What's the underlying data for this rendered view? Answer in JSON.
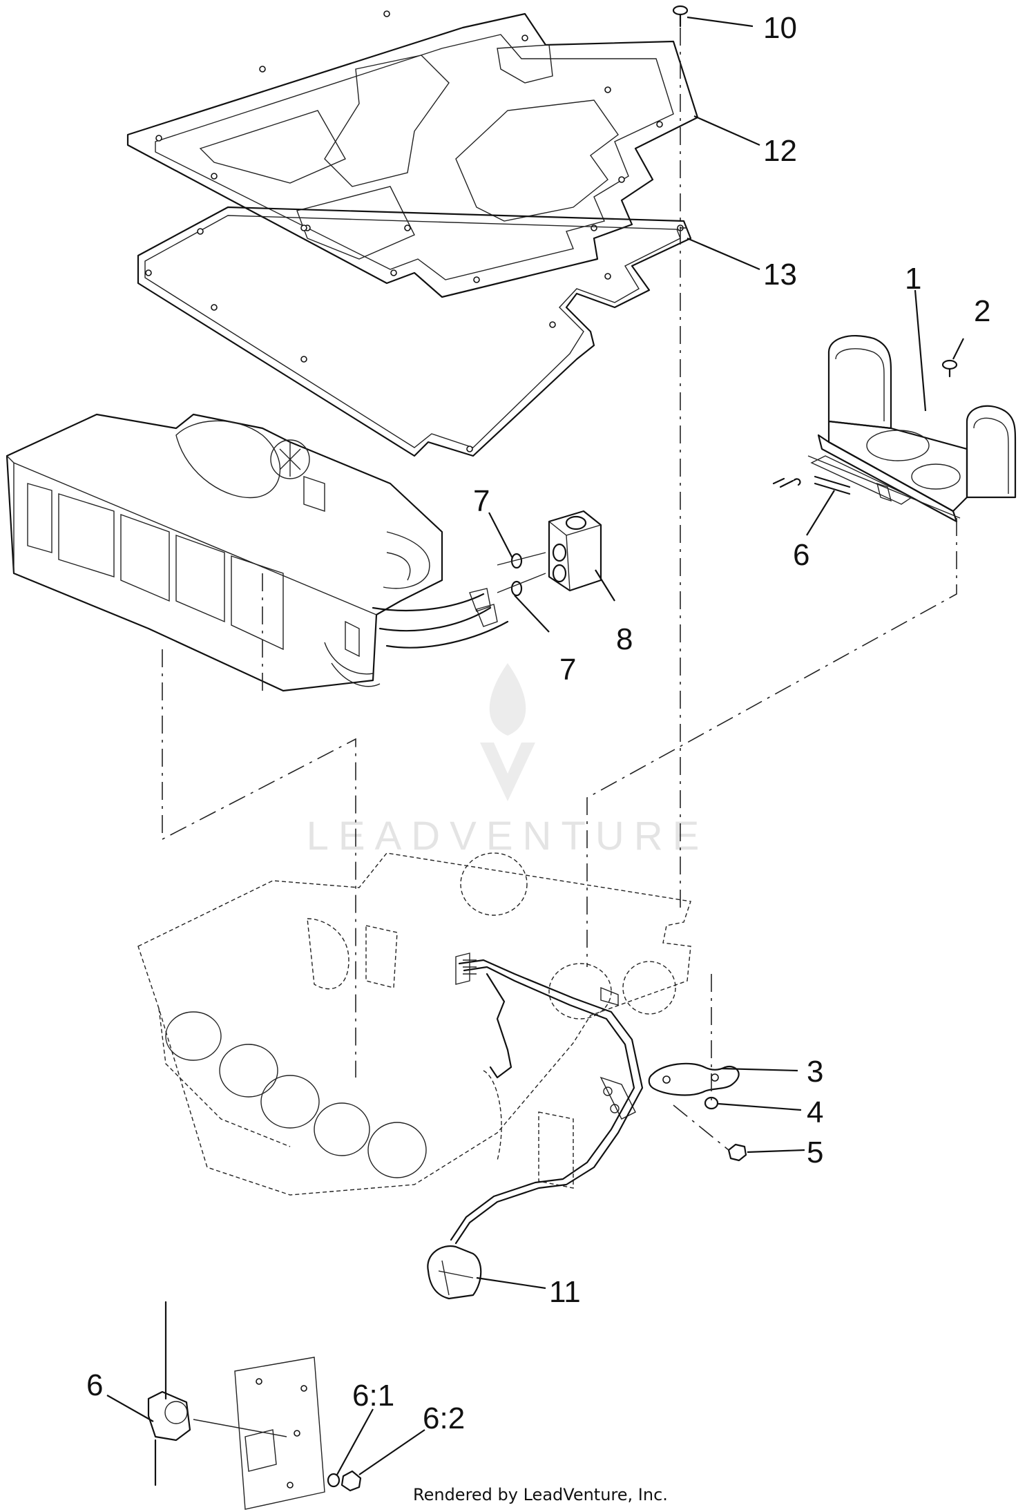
{
  "callouts": [
    {
      "id": "10"
    },
    {
      "id": "12"
    },
    {
      "id": "13"
    },
    {
      "id": "1"
    },
    {
      "id": "2"
    },
    {
      "id": "6"
    },
    {
      "id": "7"
    },
    {
      "id": "8"
    },
    {
      "id": "7"
    },
    {
      "id": "3"
    },
    {
      "id": "4"
    },
    {
      "id": "5"
    },
    {
      "id": "11"
    },
    {
      "id": "6"
    },
    {
      "id": "6:1"
    },
    {
      "id": "6:2"
    }
  ],
  "watermark": "LEADVENTURE",
  "footer": "Rendered by LeadVenture, Inc.",
  "colors": {
    "line": "#111111",
    "watermark": "#e4e4e4",
    "background": "#ffffff"
  }
}
